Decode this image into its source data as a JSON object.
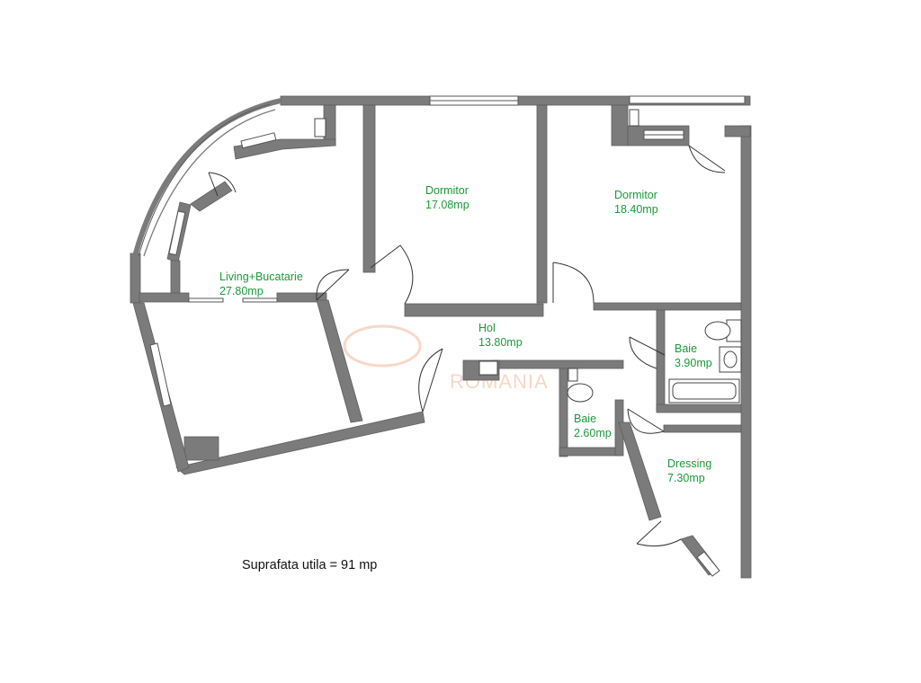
{
  "plan": {
    "rooms": [
      {
        "name": "Living+Bucatarie",
        "area": "27.80mp"
      },
      {
        "name": "Dormitor",
        "area": "17.08mp"
      },
      {
        "name": "Dormitor",
        "area": "18.40mp"
      },
      {
        "name": "Hol",
        "area": "13.80mp"
      },
      {
        "name": "Baie",
        "area": "3.90mp"
      },
      {
        "name": "Baie",
        "area": "2.60mp"
      },
      {
        "name": "Dressing",
        "area": "7.30mp"
      }
    ],
    "summary": "Suprafata utila = 91 mp",
    "watermark": "ROMANIA"
  },
  "colors": {
    "wall": "#7b7b7b",
    "label": "#1b9a3a",
    "watermark": "#f3b89a"
  }
}
